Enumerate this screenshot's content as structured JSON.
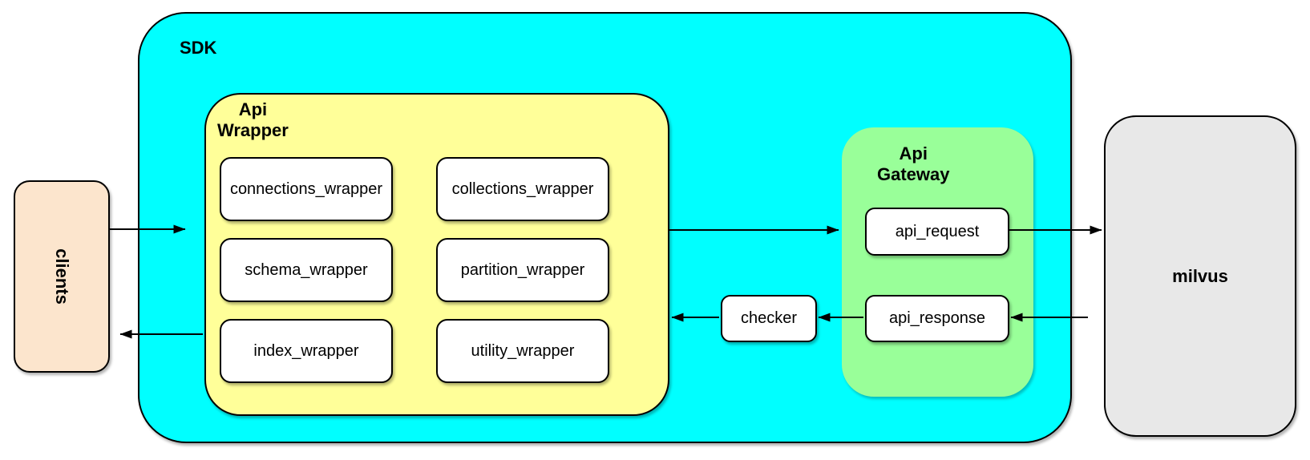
{
  "colors": {
    "sdk-fill": "#00ffff",
    "wrapper-fill": "#ffff99",
    "gateway-fill": "#99ff99",
    "clients-fill": "#fce5cd",
    "milvus-fill": "#e8e8e8",
    "module-fill": "#ffffff",
    "border": "#000000"
  },
  "clients": {
    "label": "clients"
  },
  "sdk": {
    "label": "SDK",
    "api_wrapper": {
      "label_line1": "Api",
      "label_line2": "Wrapper",
      "modules": [
        "connections_wrapper",
        "collections_wrapper",
        "schema_wrapper",
        "partition_wrapper",
        "index_wrapper",
        "utility_wrapper"
      ]
    },
    "checker": {
      "label": "checker"
    },
    "api_gateway": {
      "label_line1": "Api",
      "label_line2": "Gateway",
      "request_label": "api_request",
      "response_label": "api_response"
    }
  },
  "milvus": {
    "label": "milvus"
  }
}
